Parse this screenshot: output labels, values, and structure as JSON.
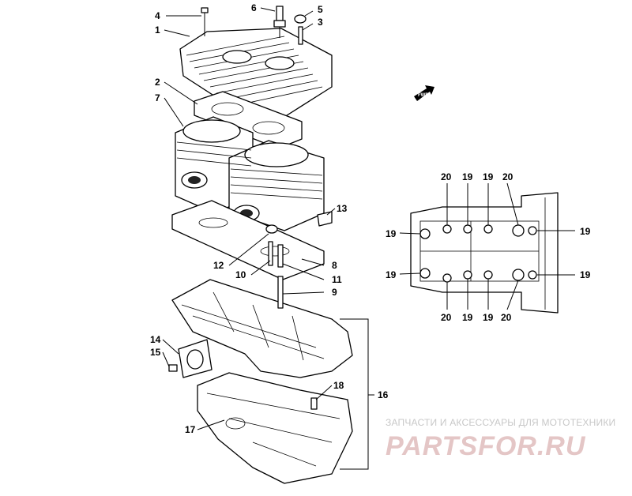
{
  "callouts": {
    "c1": "1",
    "c2": "2",
    "c3": "3",
    "c4": "4",
    "c5": "5",
    "c6": "6",
    "c7": "7",
    "c8": "8",
    "c9": "9",
    "c10": "10",
    "c11": "11",
    "c12": "12",
    "c13": "13",
    "c14": "14",
    "c15": "15",
    "c16": "16",
    "c17": "17",
    "c18": "18",
    "inset_top": [
      "20",
      "19",
      "19",
      "20"
    ],
    "inset_left": [
      "19",
      "19"
    ],
    "inset_right": [
      "19",
      "19"
    ],
    "inset_bottom": [
      "20",
      "19",
      "19",
      "20"
    ]
  },
  "fwd_label": "FWD",
  "watermark": {
    "caption": "ЗАПЧАСТИ И АКСЕССУАРЫ ДЛЯ МОТОТЕХНИКИ",
    "logo": "PARTSFOR.RU"
  }
}
